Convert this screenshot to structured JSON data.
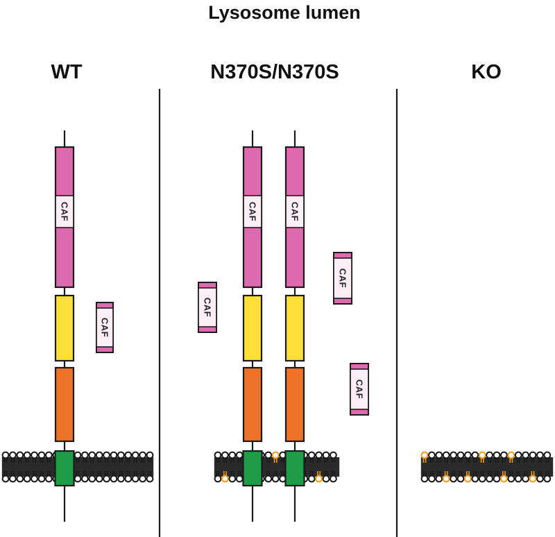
{
  "title": "Lysosome lumen",
  "panels": [
    {
      "label": "WT"
    },
    {
      "label": "N370S/N370S"
    },
    {
      "label": "KO"
    }
  ],
  "caf_label": "CAF",
  "colors": {
    "pink": "#DD6AAE",
    "caf_window": "#FBEFF5",
    "yellow": "#FCE038",
    "orange": "#EE7227",
    "transmembrane": "#1E9C48",
    "lipid_orange": "#F29C1F",
    "outline": "#1A1A1A"
  }
}
